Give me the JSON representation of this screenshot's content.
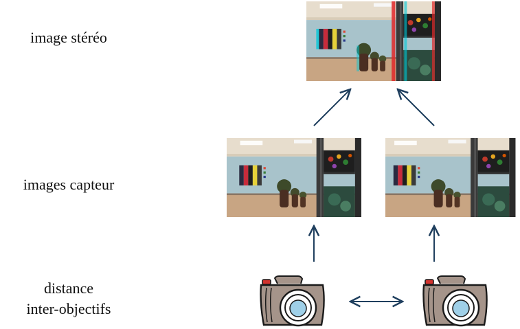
{
  "labels": {
    "stereo_image": "image stéréo",
    "sensor_images": "images capteur",
    "distance_line1": "distance",
    "distance_line2": "inter-objectifs"
  },
  "colors": {
    "arrow": "#1f3f5e",
    "wall": "#a9c4cd",
    "ceiling": "#e9dfcf",
    "floor": "#c9a684",
    "camera_body": "#a5948a",
    "camera_outline": "#1a1a1a",
    "lens_glass": "#9fd0e8",
    "shutter_red": "#d2332e",
    "anaglyph_cyan": "#00c8d8",
    "anaglyph_red": "#e0282a"
  },
  "icons": [
    "photo-thumbnail",
    "camera-icon",
    "arrow-up",
    "arrow-diagonal",
    "double-arrow"
  ]
}
